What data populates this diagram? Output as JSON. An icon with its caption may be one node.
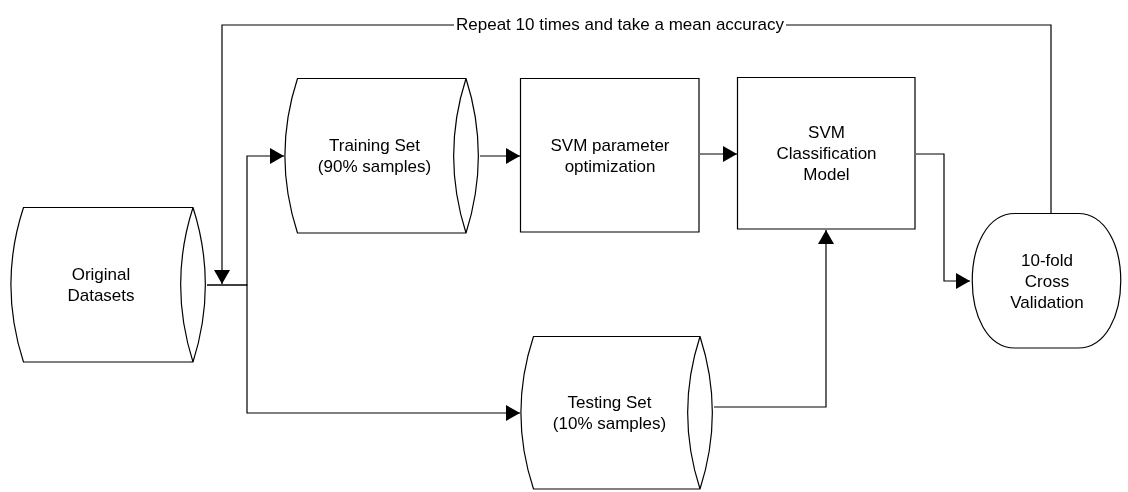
{
  "diagram": {
    "nodes": [
      {
        "text": [
          "Original Datasets"
        ]
      },
      {
        "text": [
          "Training Set (90% samples)"
        ]
      },
      {
        "text": [
          "SVM parameter optimization"
        ]
      },
      {
        "text": [
          "SVM Classification Model"
        ]
      },
      {
        "text": [
          "Testing Set (10% samples)"
        ]
      },
      {
        "text": [
          "10-fold Cross Validation"
        ]
      }
    ],
    "edges": [
      {
        "from": 0,
        "to": 1,
        "arrow": "to"
      },
      {
        "from": 0,
        "to": 4,
        "arrow": "to"
      },
      {
        "from": 1,
        "to": 2,
        "arrow": "to"
      },
      {
        "from": 2,
        "to": 3,
        "arrow": "to"
      },
      {
        "from": 4,
        "to": 3,
        "arrow": "to"
      },
      {
        "from": 3,
        "to": 5,
        "arrow": "to"
      },
      {
        "from": 5,
        "to": 0,
        "arrow": "to",
        "label": "Repeat 10 times and take a mean accuracy"
      }
    ]
  }
}
